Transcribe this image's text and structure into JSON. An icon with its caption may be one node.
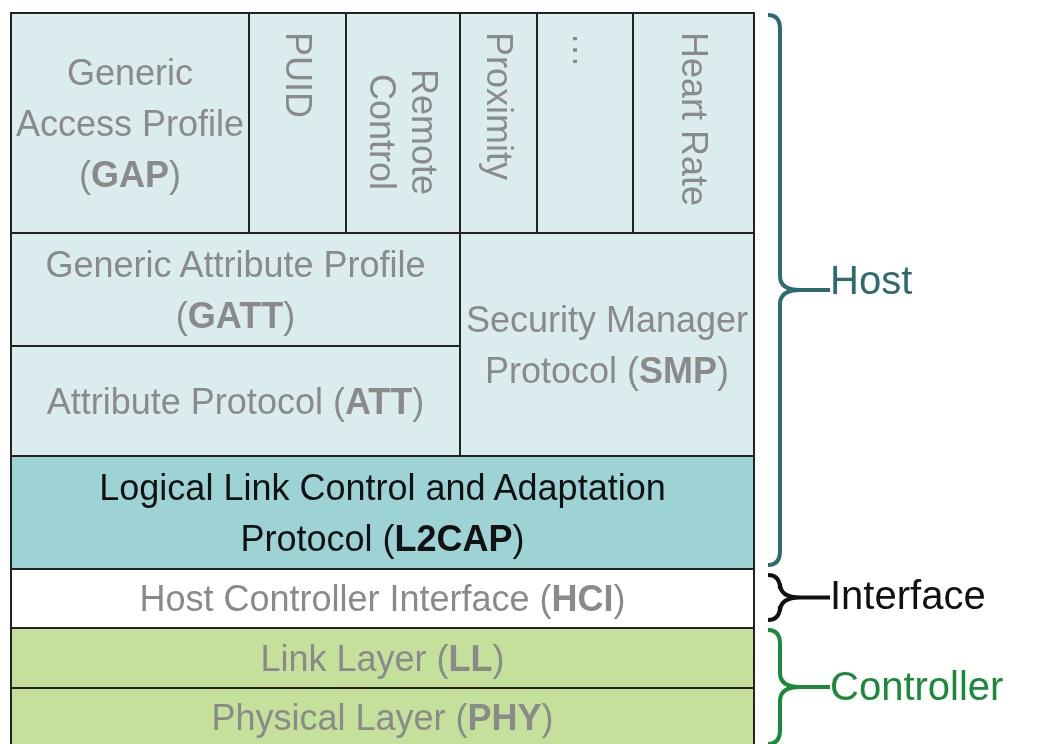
{
  "diagram": {
    "nodes": [
      {
        "text": [
          "Generic Access Profile (**GAP**)"
        ]
      },
      {
        "text": [
          "PUID"
        ]
      },
      {
        "text": [
          "Remote Control"
        ]
      },
      {
        "text": [
          "Proximity"
        ]
      },
      {
        "text": [
          "…"
        ]
      },
      {
        "text": [
          "Heart Rate"
        ]
      },
      {
        "text": [
          "Generic Attribute Profile (**GATT**)"
        ]
      },
      {
        "text": [
          "Security Manager Protocol (**SMP**)"
        ]
      },
      {
        "text": [
          "Attribute Protocol (**ATT**)"
        ]
      },
      {
        "text": [
          "Logical Link Control and Adaptation Protocol (**L2CAP**)"
        ]
      },
      {
        "text": [
          "Host Controller Interface (**HCI**)"
        ]
      },
      {
        "text": [
          "Link Layer (**LL**)"
        ]
      },
      {
        "text": [
          "Physical Layer (**PHY**)"
        ]
      }
    ],
    "edges": [],
    "labels": [
      "Host",
      "Interface",
      "Controller"
    ]
  }
}
